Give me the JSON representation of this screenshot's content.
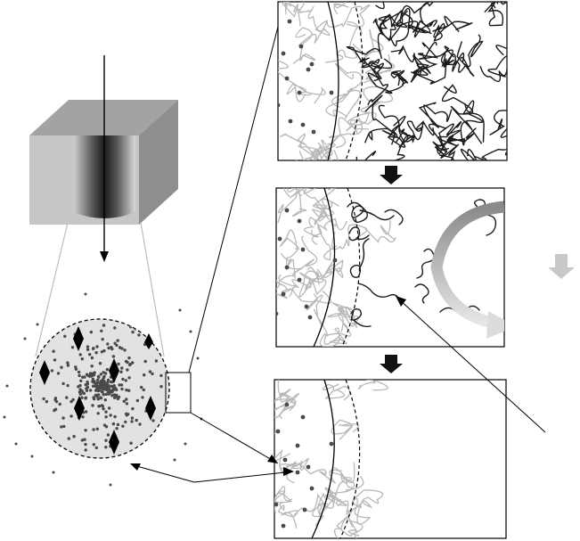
{
  "diagram": {
    "title": "",
    "labels": [],
    "elements": {
      "sample_cube": "cube-with-bore",
      "magnified_region": "dashed-circle-with-particles",
      "panels": [
        "panel-stage-1",
        "panel-stage-2",
        "panel-stage-3"
      ],
      "stage_arrows": [
        "down-arrow-1",
        "down-arrow-2"
      ],
      "side_arrow": "faded-down-arrow",
      "curved_arrow": "gradient-curved-arrow"
    },
    "colors": {
      "cube_front": "#c6c6c6",
      "cube_top": "#a3a3a3",
      "cube_side": "#8e8e8e",
      "circle_fill": "#e2e2e2",
      "particle": "#4a4a4a",
      "dark_chain": "#1a1a1a",
      "light_chain": "#b8b8b8",
      "arrow_dark": "#111111",
      "arrow_light": "#c8c8c8"
    }
  }
}
